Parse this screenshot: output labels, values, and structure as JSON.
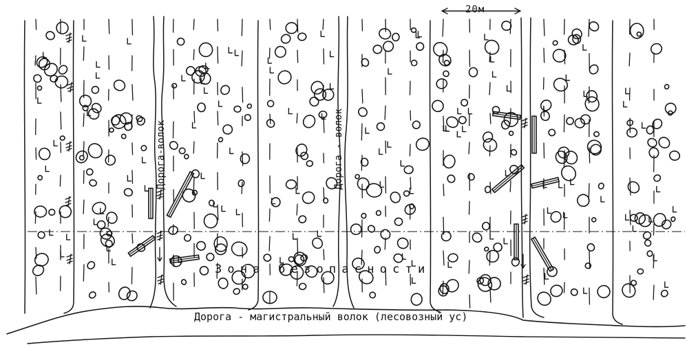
{
  "labels": {
    "road_main": "Дорога - магистральный волок (лесовозный ус)",
    "safety_zone": "Зона безопасности",
    "volok_left": "Дорога-волок",
    "volok_right": "Дорога - волок",
    "width_dim": "20м"
  },
  "icons": [
    "stump-icon",
    "tree-crown-icon",
    "felled-log-icon",
    "fir-tree-icon",
    "arrow-down-icon"
  ],
  "colors": {
    "ink": "#141414",
    "paper": "#ffffff"
  }
}
